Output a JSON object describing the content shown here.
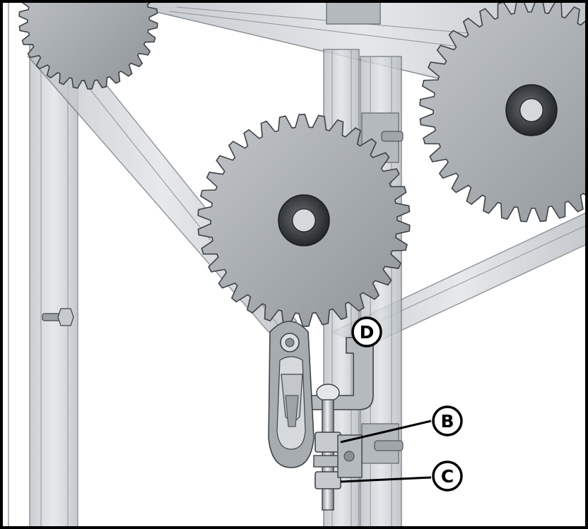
{
  "callouts": {
    "b": {
      "letter": "B"
    },
    "c": {
      "letter": "C"
    },
    "d": {
      "letter": "D"
    }
  },
  "colors": {
    "border": "#000000",
    "frame_fill": "#c9cdd1",
    "frame_stroke": "#6f757b",
    "sprocket_fill": "#a9aeb3",
    "sprocket_stroke": "#3e4246",
    "hub_dark": "#2f3235",
    "hub_light": "#d6d9dc",
    "callout_stroke": "#000000",
    "callout_fill": "#ffffff",
    "background": "#ffffff"
  }
}
